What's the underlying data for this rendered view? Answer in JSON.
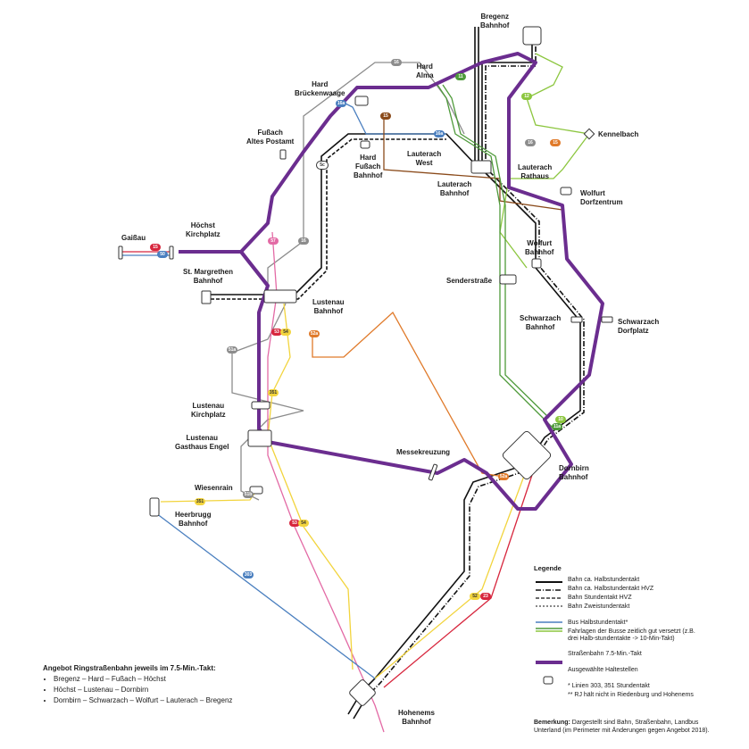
{
  "colors": {
    "tram": "#6b2d8f",
    "rail": "#111111",
    "bus_blue": "#4a7fbf",
    "bus_green": "#4e9a3a",
    "bus_lightgreen": "#8cc63f",
    "bus_orange": "#e07a2a",
    "bus_brown": "#8a4a1a",
    "bus_red": "#d7263d",
    "bus_yellow": "#f2d43d",
    "bus_pink": "#e36aa5",
    "bus_gray": "#8c8c8c"
  },
  "stations": {
    "bregenz": "Bregenz\nBahnhof",
    "hard_alma": "Hard\nAlma",
    "hard_brueckenwaage": "Hard\nBrückenwaage",
    "kennelbach": "Kennelbach",
    "fussach_altes_postamt": "Fußach\nAltes Postamt",
    "hard_fussach_bahnhof": "Hard\nFußach\nBahnhof",
    "lauterach_west": "Lauterach\nWest",
    "lauterach_rathaus": "Lauterach\nRathaus",
    "lauterach_bahnhof": "Lauterach\nBahnhof",
    "wolfurt_dorfzentrum": "Wolfurt\nDorfzentrum",
    "gaissau": "Gaißau",
    "hoechst_kirchplatz": "Höchst\nKirchplatz",
    "wolfurt_bahnhof": "Wolfurt\nBahnhof",
    "st_margrethen": "St. Margrethen\nBahnhof",
    "senderstrasse": "Senderstraße",
    "lustenau_bahnhof": "Lustenau\nBahnhof",
    "schwarzach_bahnhof": "Schwarzach\nBahnhof",
    "schwarzach_dorfplatz": "Schwarzach\nDorfplatz",
    "lustenau_kirchplatz": "Lustenau\nKirchplatz",
    "lustenau_gasthaus_engel": "Lustenau\nGasthaus Engel",
    "messekreuzung": "Messekreuzung",
    "dornbirn_bahnhof": "Dornbirn\nBahnhof",
    "wiesenrain": "Wiesenrain",
    "heerbrugg_bahnhof": "Heerbrugg\nBahnhof",
    "hohenems_bahnhof": "Hohenems\nBahnhof"
  },
  "badges": [
    {
      "text": "16",
      "color": "#8c8c8c",
      "name": "badge-16-hard"
    },
    {
      "text": "16a",
      "color": "#4a7fbf",
      "name": "badge-16a-hard"
    },
    {
      "text": "15",
      "color": "#8a4a1a",
      "name": "badge-15-hard"
    },
    {
      "text": "16a",
      "color": "#4a7fbf",
      "name": "badge-16a-lauterach"
    },
    {
      "text": "16",
      "color": "#8c8c8c",
      "name": "badge-16-lauterach"
    },
    {
      "text": "15",
      "color": "#e07a2a",
      "name": "badge-15-lauterach"
    },
    {
      "text": "11",
      "color": "#4e9a3a",
      "name": "badge-11-bregenz"
    },
    {
      "text": "12",
      "color": "#8cc63f",
      "name": "badge-12-kennelbach"
    },
    {
      "text": "5c",
      "color": "#ffffff",
      "name": "badge-5c"
    },
    {
      "text": "15",
      "color": "#d7263d",
      "name": "badge-15-gaissau"
    },
    {
      "text": "50",
      "color": "#4a7fbf",
      "name": "badge-50-gaissau"
    },
    {
      "text": "57",
      "color": "#e36aa5",
      "name": "badge-57"
    },
    {
      "text": "16",
      "color": "#8c8c8c",
      "name": "badge-16-hoechst"
    },
    {
      "text": "53",
      "color": "#d7263d",
      "name": "badge-53"
    },
    {
      "text": "54",
      "color": "#f2d43d",
      "name": "badge-54"
    },
    {
      "text": "52a",
      "color": "#e07a2a",
      "name": "badge-52a-lustenau"
    },
    {
      "text": "51a",
      "color": "#8c8c8c",
      "name": "badge-51a"
    },
    {
      "text": "351",
      "color": "#f2d43d",
      "name": "badge-351-lustenau"
    },
    {
      "text": "51b",
      "color": "#8c8c8c",
      "name": "badge-51b"
    },
    {
      "text": "351",
      "color": "#f2d43d",
      "name": "badge-351-wiesenrain"
    },
    {
      "text": "52a",
      "color": "#e07a2a",
      "name": "badge-52a-messe"
    },
    {
      "text": "10",
      "color": "#8cc63f",
      "name": "badge-10-dornbirn"
    },
    {
      "text": "11a",
      "color": "#4e9a3a",
      "name": "badge-11a-dornbirn"
    },
    {
      "text": "53",
      "color": "#d7263d",
      "name": "badge-53-south"
    },
    {
      "text": "54",
      "color": "#f2d43d",
      "name": "badge-54-south"
    },
    {
      "text": "303",
      "color": "#4a7fbf",
      "name": "badge-303"
    },
    {
      "text": "52",
      "color": "#f2d43d",
      "name": "badge-52-dornbirn"
    },
    {
      "text": "23",
      "color": "#d7263d",
      "name": "badge-23-dornbirn"
    }
  ],
  "legend": {
    "title": "Legende",
    "rail_half_hour": "Bahn ca. Halbstundentakt",
    "rail_half_hour_hvz": "Bahn ca. Halbstundentakt HVZ",
    "rail_hour_hvz": "Bahn Stundentakt HVZ",
    "rail_two_hour": "Bahn Zweistundentakt",
    "bus_half_hour": "Bus Halbstundentakt*",
    "bus_offset": "Fahrlagen der Busse zeitlich gut versetzt (z.B. drei Halb-stundentakte -> 10-Min-Takt)",
    "tram": "Straßenbahn 7.5-Min.-Takt",
    "stops": "Ausgewählte Haltestellen",
    "footnote1": "*  Linien 303, 351 Stundentakt",
    "footnote2": "** RJ hält nicht in Riedenburg und Hohenems"
  },
  "remark": {
    "label": "Bemerkung:",
    "text": " Dargestellt sind Bahn, Straßenbahn, Landbus Unterland (im Perimeter mit Änderungen gegen Angebot 2018)."
  },
  "offer": {
    "title": "Angebot Ringstraßenbahn jeweils im 7.5-Min.-Takt:",
    "items": [
      "Bregenz – Hard – Fußach – Höchst",
      "Höchst – Lustenau – Dornbirn",
      "Dornbirn – Schwarzach – Wolfurt – Lauterach – Bregenz"
    ]
  }
}
